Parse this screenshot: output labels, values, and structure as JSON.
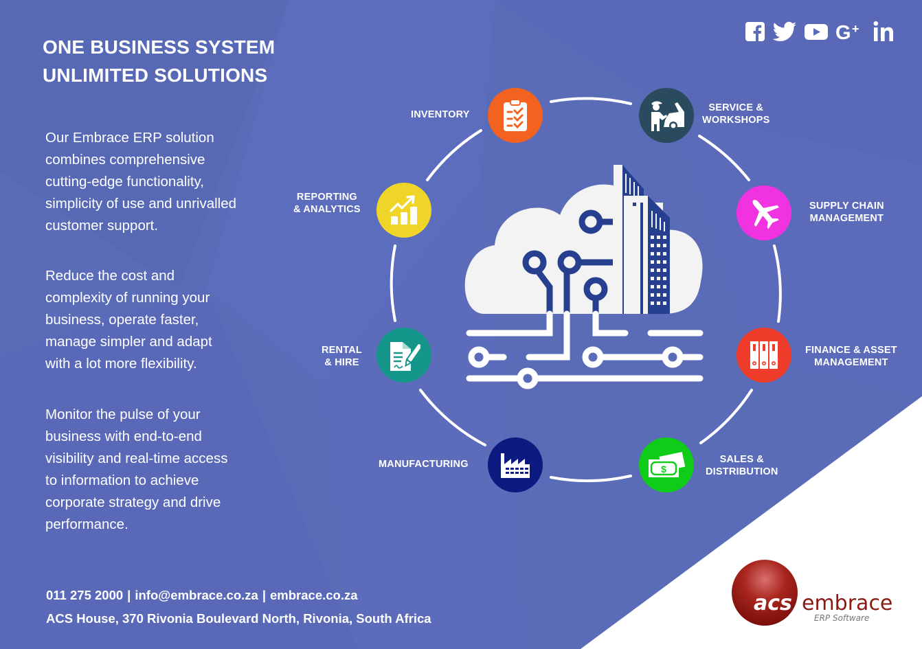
{
  "colors": {
    "background": "#5a6bb8",
    "background_light": "#6273c6",
    "white": "#ffffff",
    "cloud": "#f3f3f4",
    "circuit_dark": "#263f8e",
    "logo_red": "#9b1b14"
  },
  "header": {
    "title_line1": "ONE BUSINESS SYSTEM",
    "title_line2": "UNLIMITED SOLUTIONS"
  },
  "social": [
    {
      "name": "facebook",
      "icon": "facebook-icon"
    },
    {
      "name": "twitter",
      "icon": "twitter-icon"
    },
    {
      "name": "youtube",
      "icon": "youtube-icon"
    },
    {
      "name": "google-plus",
      "icon": "google-plus-icon",
      "label": "G+"
    },
    {
      "name": "linkedin",
      "icon": "linkedin-icon",
      "label": "in"
    }
  ],
  "paragraphs": [
    {
      "lines": [
        "Our Embrace ERP solution",
        "combines comprehensive",
        "cutting-edge functionality,",
        "simplicity of use and unrivalled",
        "customer support."
      ]
    },
    {
      "lines": [
        "Reduce the cost and",
        "complexity of running your",
        "business, operate faster,",
        "manage simpler and adapt",
        "with a lot more flexibility."
      ]
    },
    {
      "lines": [
        "Monitor the pulse of your",
        "business with end-to-end",
        "visibility and real-time access",
        "to information to achieve",
        "corporate strategy and drive",
        "performance."
      ]
    }
  ],
  "contact": {
    "phone": "011 275 2000",
    "email": "info@embrace.co.za",
    "website": "embrace.co.za",
    "separator": "|",
    "address": "ACS House, 370 Rivonia Boulevard North, Rivonia, South Africa"
  },
  "diagram": {
    "center_icon": "cloud-building-circuit-icon",
    "modules": [
      {
        "id": "inventory",
        "label_line1": "INVENTORY",
        "label_line2": "",
        "color": "#f4621f",
        "icon": "clipboard-checklist-icon"
      },
      {
        "id": "service",
        "label_line1": "SERVICE &",
        "label_line2": "WORKSHOPS",
        "color": "#2a4a5e",
        "icon": "mechanic-car-icon"
      },
      {
        "id": "supply-chain",
        "label_line1": "SUPPLY CHAIN",
        "label_line2": "MANAGEMENT",
        "color": "#f032e0",
        "icon": "airplane-icon"
      },
      {
        "id": "finance",
        "label_line1": "FINANCE & ASSET",
        "label_line2": "MANAGEMENT",
        "color": "#f03c2a",
        "icon": "binders-icon"
      },
      {
        "id": "sales",
        "label_line1": "SALES &",
        "label_line2": "DISTRIBUTION",
        "color": "#0fcc18",
        "icon": "money-bills-icon"
      },
      {
        "id": "manufacturing",
        "label_line1": "MANUFACTURING",
        "label_line2": "",
        "color": "#0d1a80",
        "icon": "factory-icon"
      },
      {
        "id": "rental",
        "label_line1": "RENTAL",
        "label_line2": "& HIRE",
        "color": "#15968a",
        "icon": "contract-signing-icon"
      },
      {
        "id": "reporting",
        "label_line1": "REPORTING",
        "label_line2": "& ANALYTICS",
        "color": "#eed528",
        "icon": "growth-chart-icon"
      }
    ]
  },
  "logo": {
    "mark": "acs",
    "name": "embrace",
    "tagline": "ERP Software"
  }
}
